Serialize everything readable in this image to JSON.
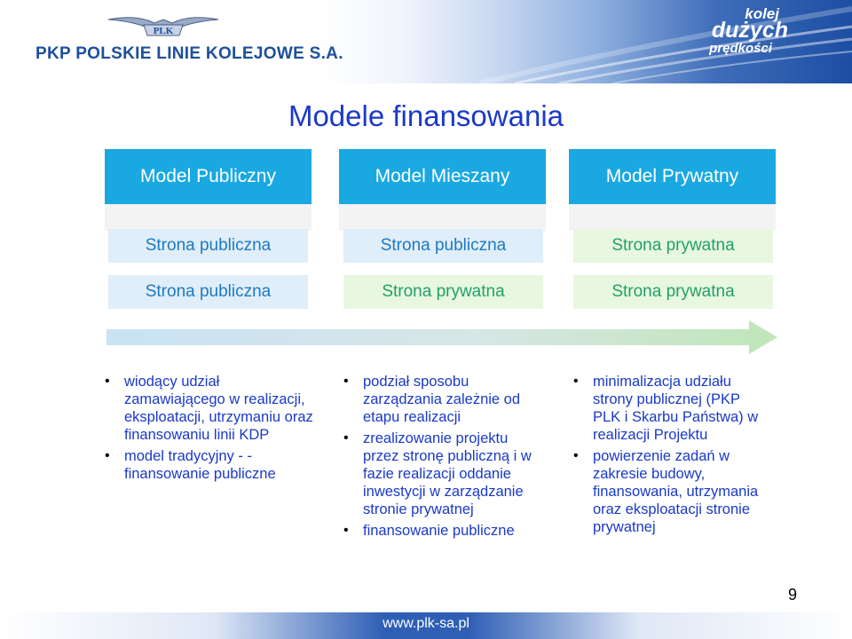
{
  "header": {
    "company": "PKP POLSKIE LINIE KOLEJOWE S.A.",
    "logo_text": "PLK",
    "brand_line1": "kolej",
    "brand_line2": "dużych",
    "brand_line3": "prędkości"
  },
  "title": "Modele finansowania",
  "colors": {
    "title": "#1a39c8",
    "header_cell": "#1aa8e1",
    "public_text": "#1c79c4",
    "private_text": "#23a06a"
  },
  "columns": [
    {
      "header": "Model Publiczny",
      "rows": [
        {
          "label": "Strona publiczna",
          "kind": "public"
        },
        {
          "label": "Strona publiczna",
          "kind": "public"
        }
      ],
      "bullets": [
        "wiodący udział zamawiającego w realizacji, eksploatacji, utrzymaniu oraz finansowaniu linii KDP",
        "model tradycyjny - - finansowanie publiczne"
      ]
    },
    {
      "header": "Model Mieszany",
      "rows": [
        {
          "label": "Strona publiczna",
          "kind": "public"
        },
        {
          "label": "Strona prywatna",
          "kind": "private"
        }
      ],
      "bullets": [
        "podział sposobu zarządzania zależnie od etapu realizacji",
        "zrealizowanie projektu przez stronę publiczną i w fazie realizacji oddanie inwestycji w zarządzanie stronie prywatnej",
        "finansowanie publiczne"
      ]
    },
    {
      "header": "Model Prywatny",
      "rows": [
        {
          "label": "Strona prywatna",
          "kind": "private"
        },
        {
          "label": "Strona prywatna",
          "kind": "private"
        }
      ],
      "bullets": [
        "minimalizacja udziału strony publicznej (PKP PLK i Skarbu Państwa) w realizacji Projektu",
        "powierzenie zadań w zakresie budowy, finansowania, utrzymania oraz eksploatacji stronie prywatnej"
      ]
    }
  ],
  "footer": {
    "url": "www.plk-sa.pl",
    "page_number": "9"
  }
}
